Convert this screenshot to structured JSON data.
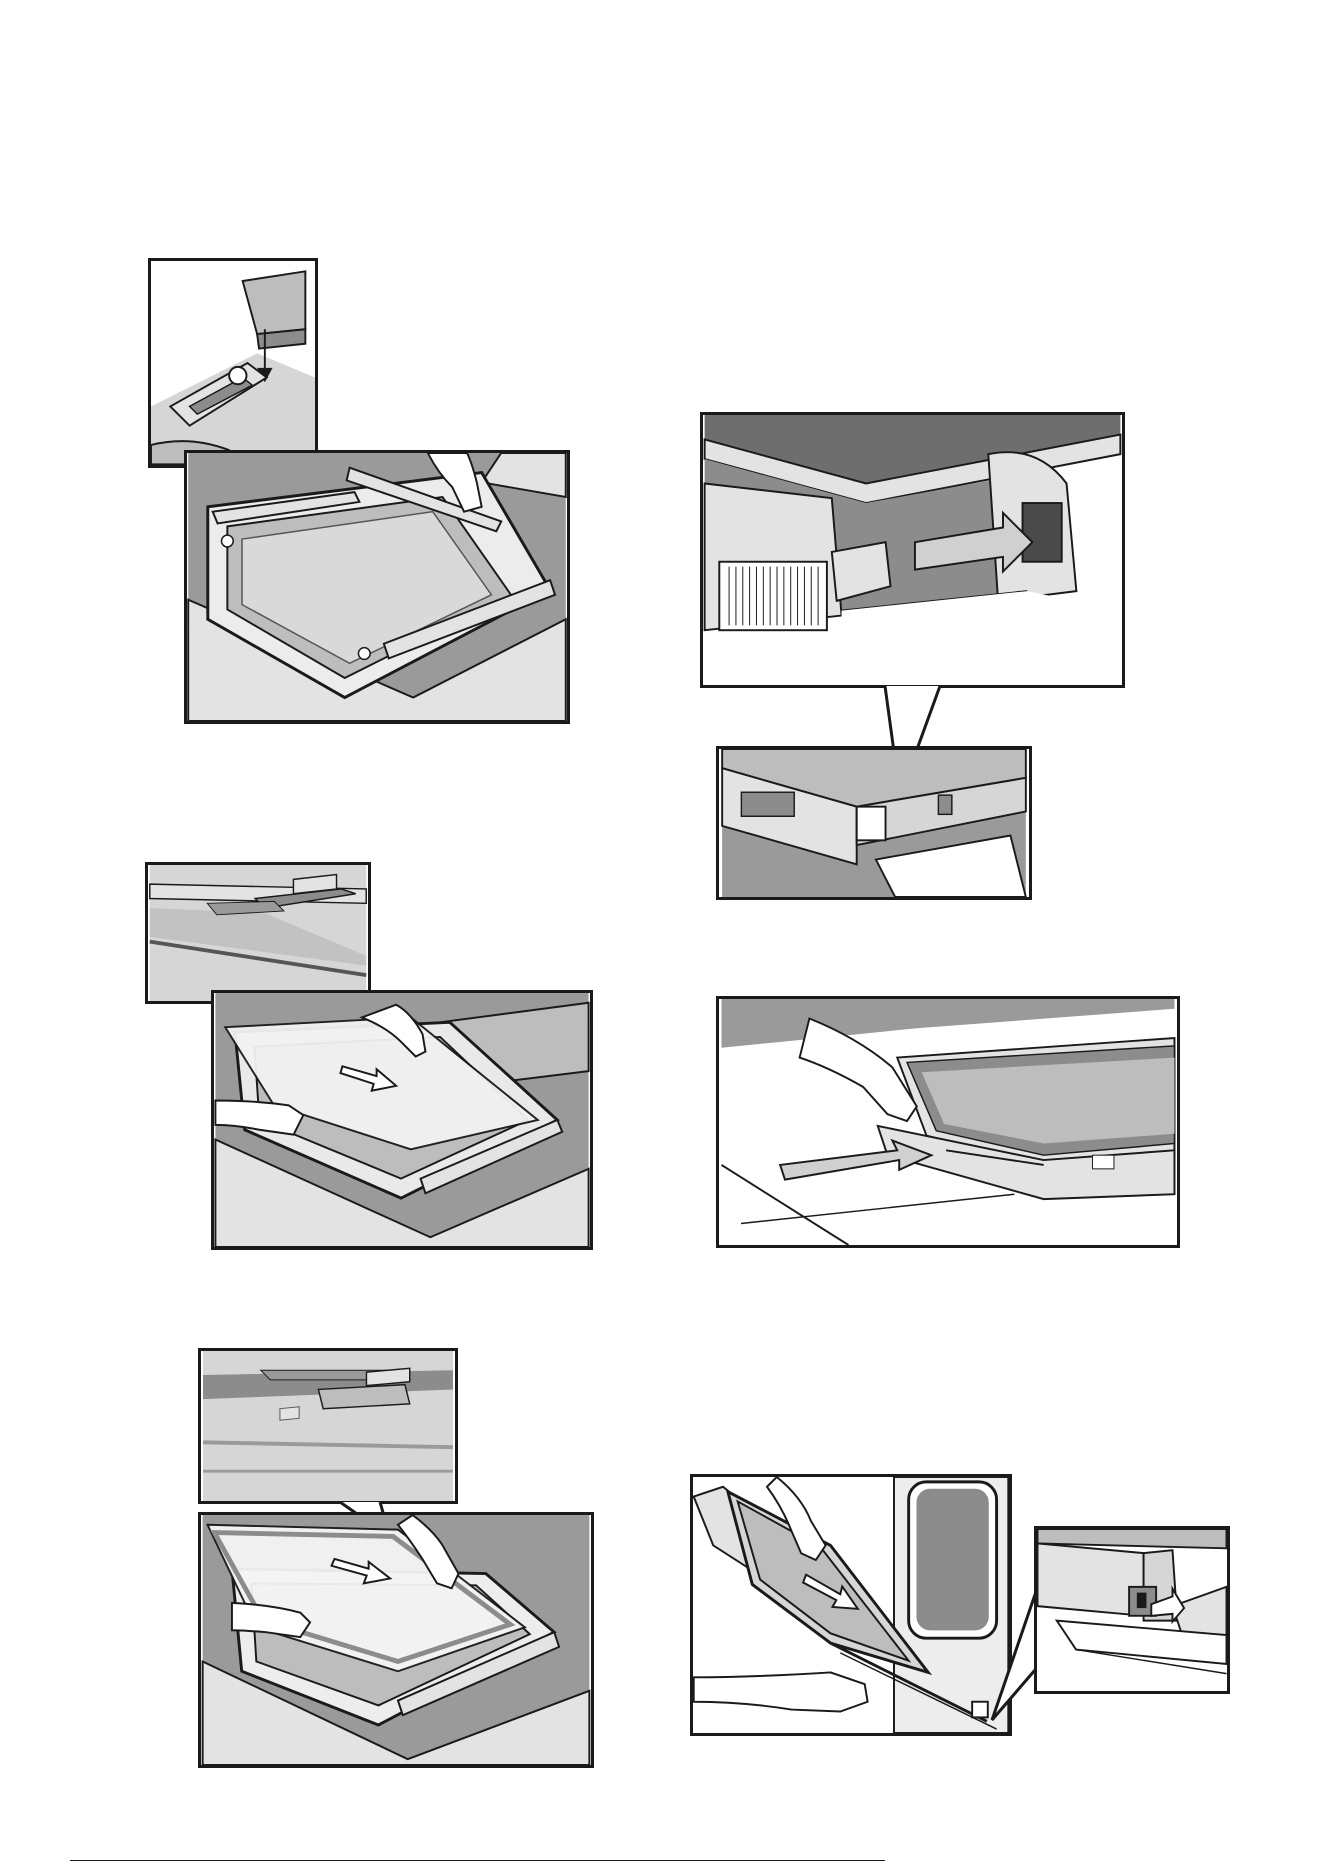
{
  "page": {
    "background": "#ffffff",
    "ink": "#1a1a1a",
    "shade_dark": "#8c8c8c",
    "shade_mid": "#bdbdbd",
    "shade_light": "#e3e3e3"
  },
  "figures": [
    {
      "id": "fig-1",
      "subject": "hinge-clip-detail-inset"
    },
    {
      "id": "fig-1",
      "subject": "door-frame-with-glass-and-hand"
    },
    {
      "id": "fig-2",
      "subject": "latch-slot-detail-inset"
    },
    {
      "id": "fig-2",
      "subject": "door-bottom-edge-overview"
    },
    {
      "id": "fig-3",
      "subject": "glass-slide-detail-inset"
    },
    {
      "id": "fig-3",
      "subject": "inner-glass-sliding-into-frame"
    },
    {
      "id": "fig-4",
      "subject": "outer-glass-pushed-in"
    },
    {
      "id": "fig-5",
      "subject": "glass-retainer-detail-inset"
    },
    {
      "id": "fig-5",
      "subject": "second-glass-sliding-into-frame"
    },
    {
      "id": "fig-6",
      "subject": "door-refitted-to-oven"
    },
    {
      "id": "fig-6",
      "subject": "hinge-lock-detail-inset"
    }
  ]
}
